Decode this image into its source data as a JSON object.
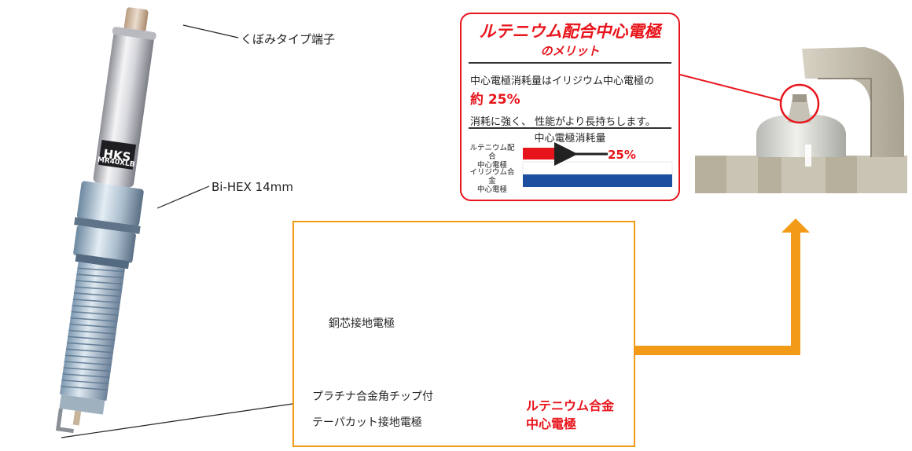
{
  "labels": {
    "terminal": "くぼみタイプ端子",
    "hex": "Bi-HEX 14mm",
    "copper_electrode": "銅芯接地電極",
    "taper_line1": "プラチナ合金角チップ付",
    "taper_line2": "テーパカット接地電極",
    "ruthenium_line1": "ルテニウム合金",
    "ruthenium_line2": "中心電極"
  },
  "plug": {
    "brand": "HKS",
    "model": "MR40XLB"
  },
  "callout": {
    "title": "ルテニウム配合中心電極",
    "subtitle": "のメリット",
    "text1": "中心電極消耗量はイリジウム中心電極の",
    "highlight": "約 25%",
    "text2": "消耗に強く、 性能がより長持ちします。",
    "chart_title": "中心電極消耗量",
    "bar1_label_line1": "ルテニウム配合",
    "bar1_label_line2": "中心電極",
    "bar2_label_line1": "イリジウム合金",
    "bar2_label_line2": "中心電極",
    "bar_value_label": "25%"
  },
  "colors": {
    "accent_red": "#e8141b",
    "accent_orange": "#f39b18",
    "bar_blue": "#1c4fa0"
  }
}
